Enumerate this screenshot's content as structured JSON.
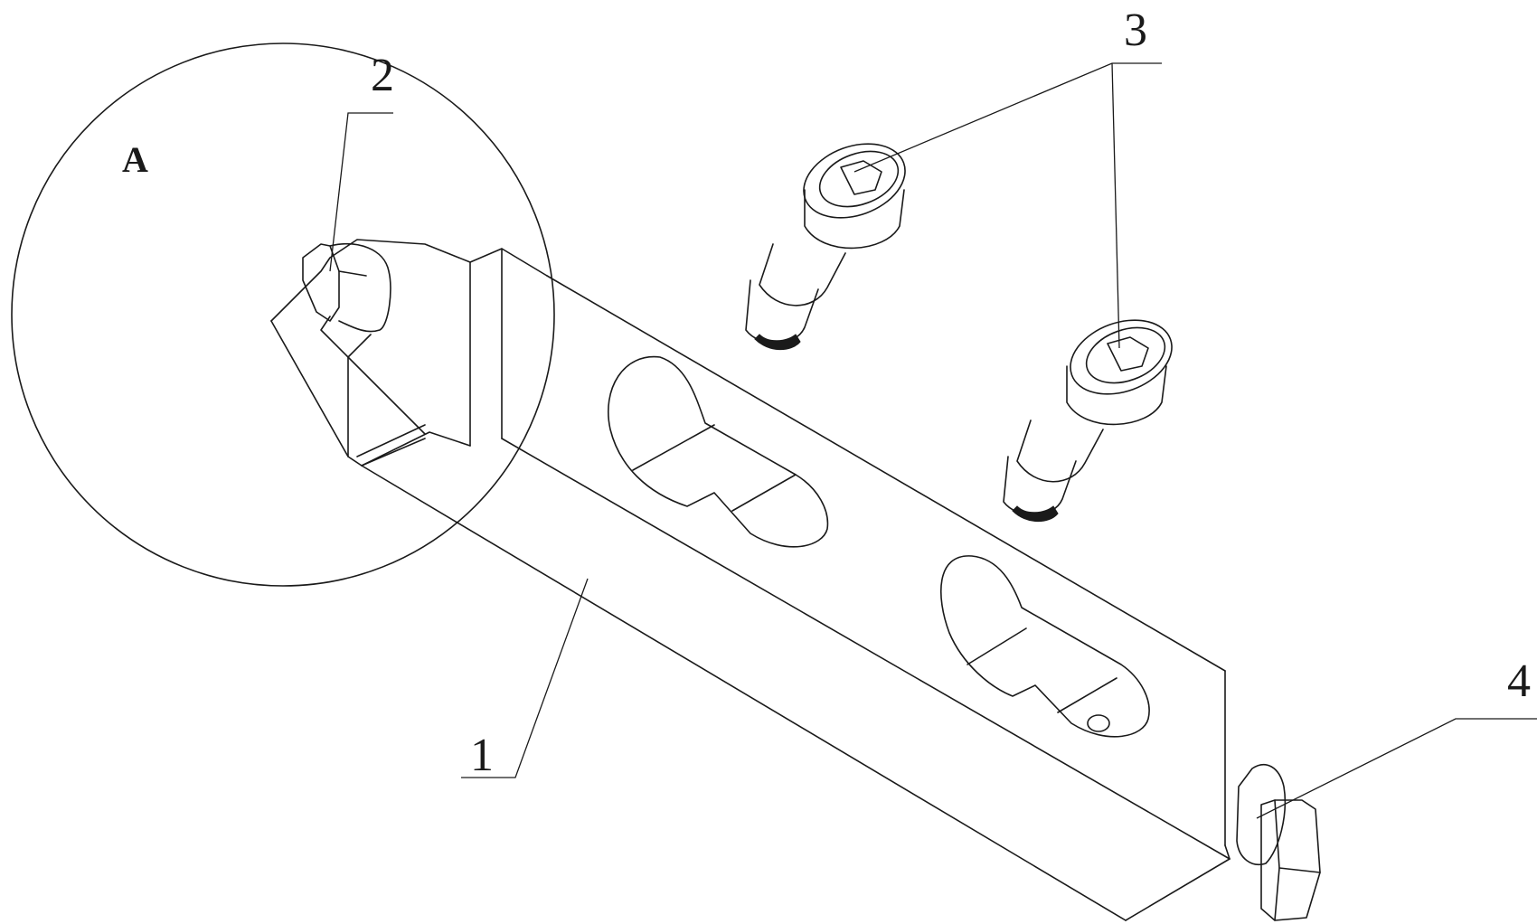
{
  "drawing": {
    "detail_label": "A",
    "callouts": {
      "part_1": "1",
      "part_2": "2",
      "part_3": "3",
      "part_4": "4"
    }
  },
  "colors": {
    "line": "#1a1a1a",
    "background": "#ffffff"
  }
}
